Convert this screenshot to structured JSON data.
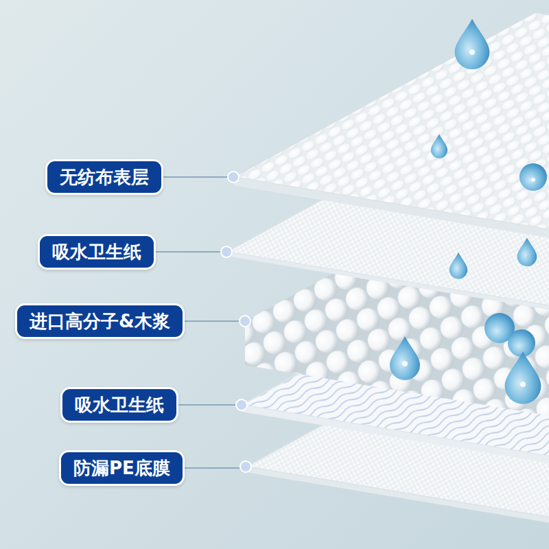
{
  "diagram": {
    "nodes": [
      {
        "text": [
          "无纺布表层"
        ]
      },
      {
        "text": [
          "吸水卫生纸"
        ]
      },
      {
        "text": [
          "进口高分子&木浆"
        ]
      },
      {
        "text": [
          "吸水卫生纸"
        ]
      },
      {
        "text": [
          "防漏PE底膜"
        ]
      }
    ]
  }
}
